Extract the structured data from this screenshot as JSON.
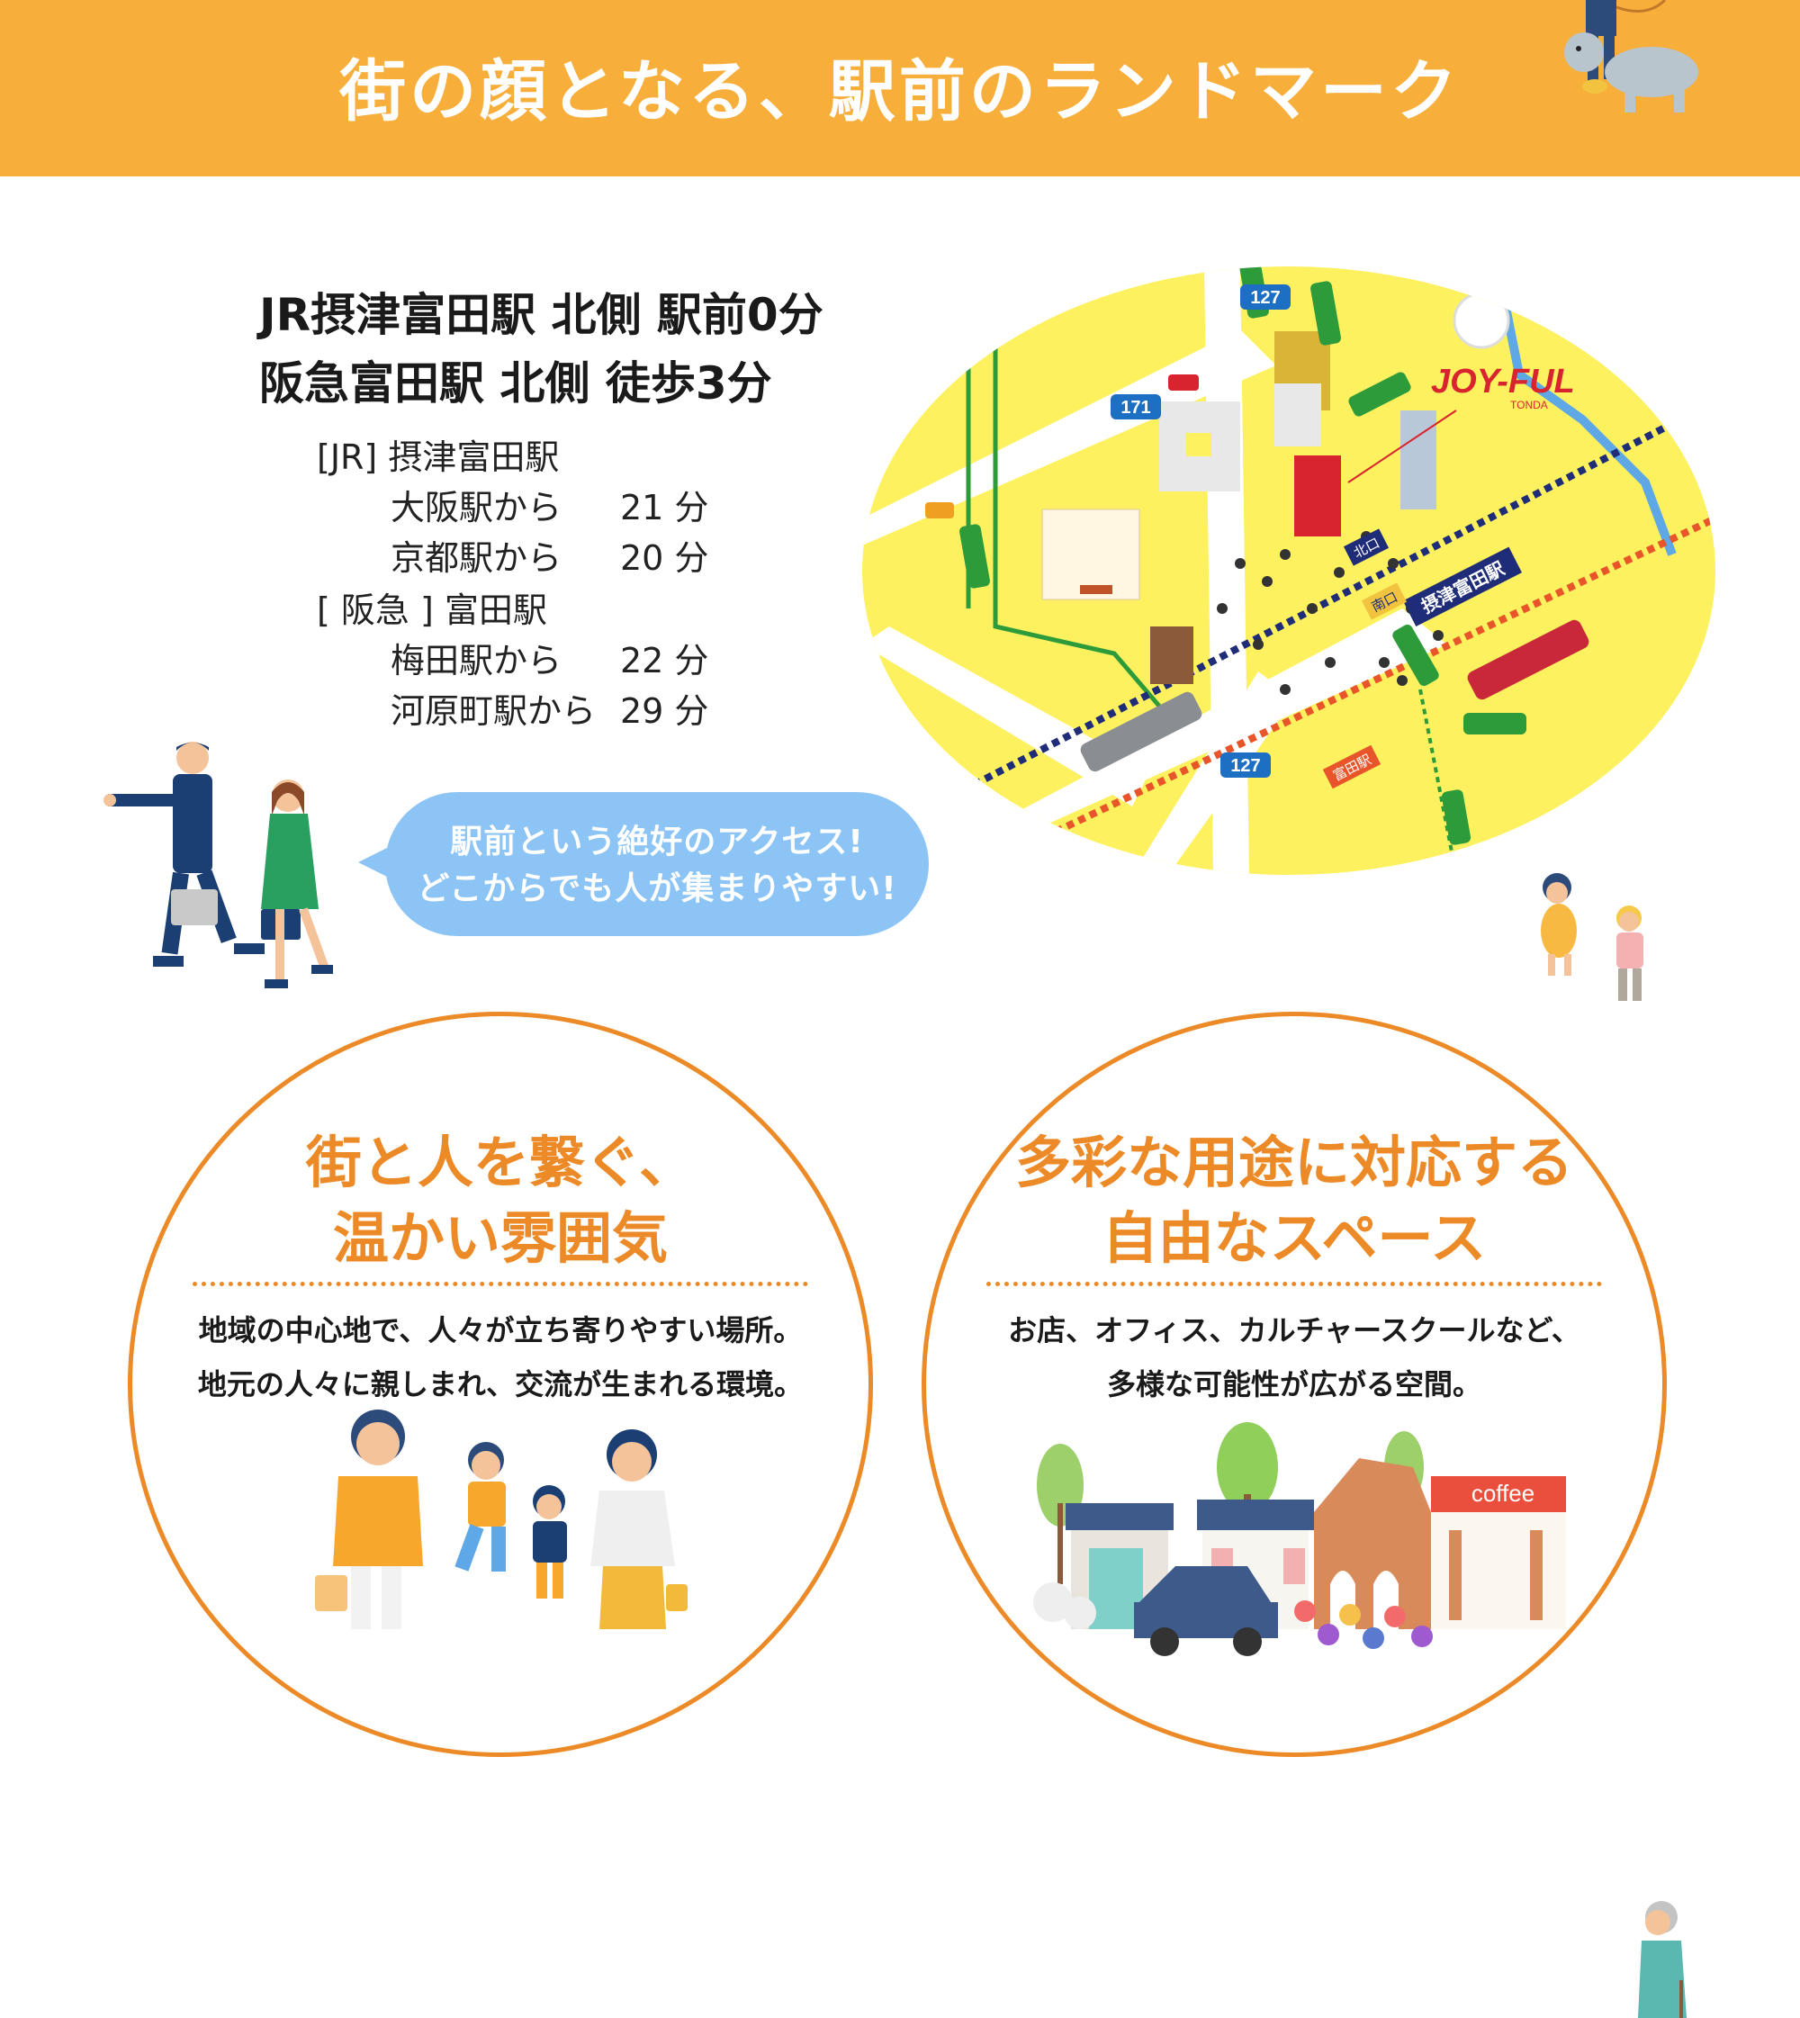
{
  "header": {
    "title": "街の顔となる、駅前のランドマーク"
  },
  "access": {
    "lead_line1": "JR摂津富田駅 北側 駅前0分",
    "lead_line2": "阪急富田駅 北側 徒歩3分",
    "groups": [
      {
        "label": "[JR] 摂津富田駅",
        "rows": [
          {
            "station": "大阪駅から",
            "time": "21 分"
          },
          {
            "station": "京都駅から",
            "time": "20 分"
          }
        ]
      },
      {
        "label": "[ 阪急 ] 富田駅",
        "rows": [
          {
            "station": "梅田駅から",
            "time": "22 分"
          },
          {
            "station": "河原町駅から",
            "time": "29 分"
          }
        ]
      }
    ]
  },
  "bubble": {
    "line1": "駅前という絶好のアクセス!",
    "line2": "どこからでも人が集まりやすい!"
  },
  "map": {
    "route_127": "127",
    "route_171": "171",
    "route_127_bottom": "127",
    "logo": "JOY-FUL",
    "logo_sub": "TONDA",
    "station_jr": "摂津富田駅",
    "north_exit": "北口",
    "south_exit": "南口",
    "station_hankyu": "富田駅"
  },
  "features": [
    {
      "title_line1": "街と人を繋ぐ、",
      "title_line2": "温かい雰囲気",
      "desc_line1": "地域の中心地で、人々が立ち寄りやすい場所。",
      "desc_line2": "地元の人々に親しまれ、交流が生まれる環境。"
    },
    {
      "title_line1": "多彩な用途に対応する",
      "title_line2": "自由なスペース",
      "desc_line1": "お店、オフィス、カルチャースクールなど、",
      "desc_line2": "多様な可能性が広がる空間。",
      "shop_sign": "coffee"
    }
  ],
  "colors": {
    "header": "#f7ae3a",
    "accent": "#ec8a28",
    "bubble": "#8cc4f5",
    "map_bg": "#fdf15f"
  }
}
